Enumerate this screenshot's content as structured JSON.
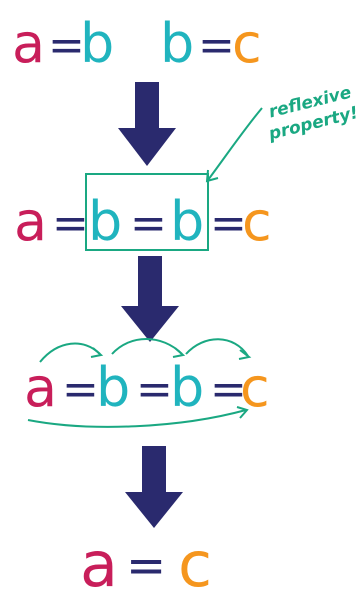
{
  "colors": {
    "a": "#c81e5a",
    "b": "#20b4be",
    "c": "#f5961e",
    "equals": "#2a2a6e",
    "arrow": "#2a2a6e",
    "annotation": "#1aa882"
  },
  "row1": {
    "eq1": {
      "left": "a",
      "op": "=",
      "right": "b"
    },
    "eq2": {
      "left": "b",
      "op": "=",
      "right": "c"
    }
  },
  "row2": {
    "t1": "a",
    "op1": "=",
    "t2": "b",
    "op2": "=",
    "t3": "b",
    "op3": "=",
    "t4": "c"
  },
  "row3": {
    "t1": "a",
    "op1": "=",
    "t2": "b",
    "op2": "=",
    "t3": "b",
    "op3": "=",
    "t4": "c"
  },
  "row4": {
    "left": "a",
    "op": "=",
    "right": "c"
  },
  "annotation": {
    "line1": "reflexive",
    "line2": "property!"
  },
  "icons": [
    "down-arrow-icon",
    "curved-arrow-icon"
  ]
}
